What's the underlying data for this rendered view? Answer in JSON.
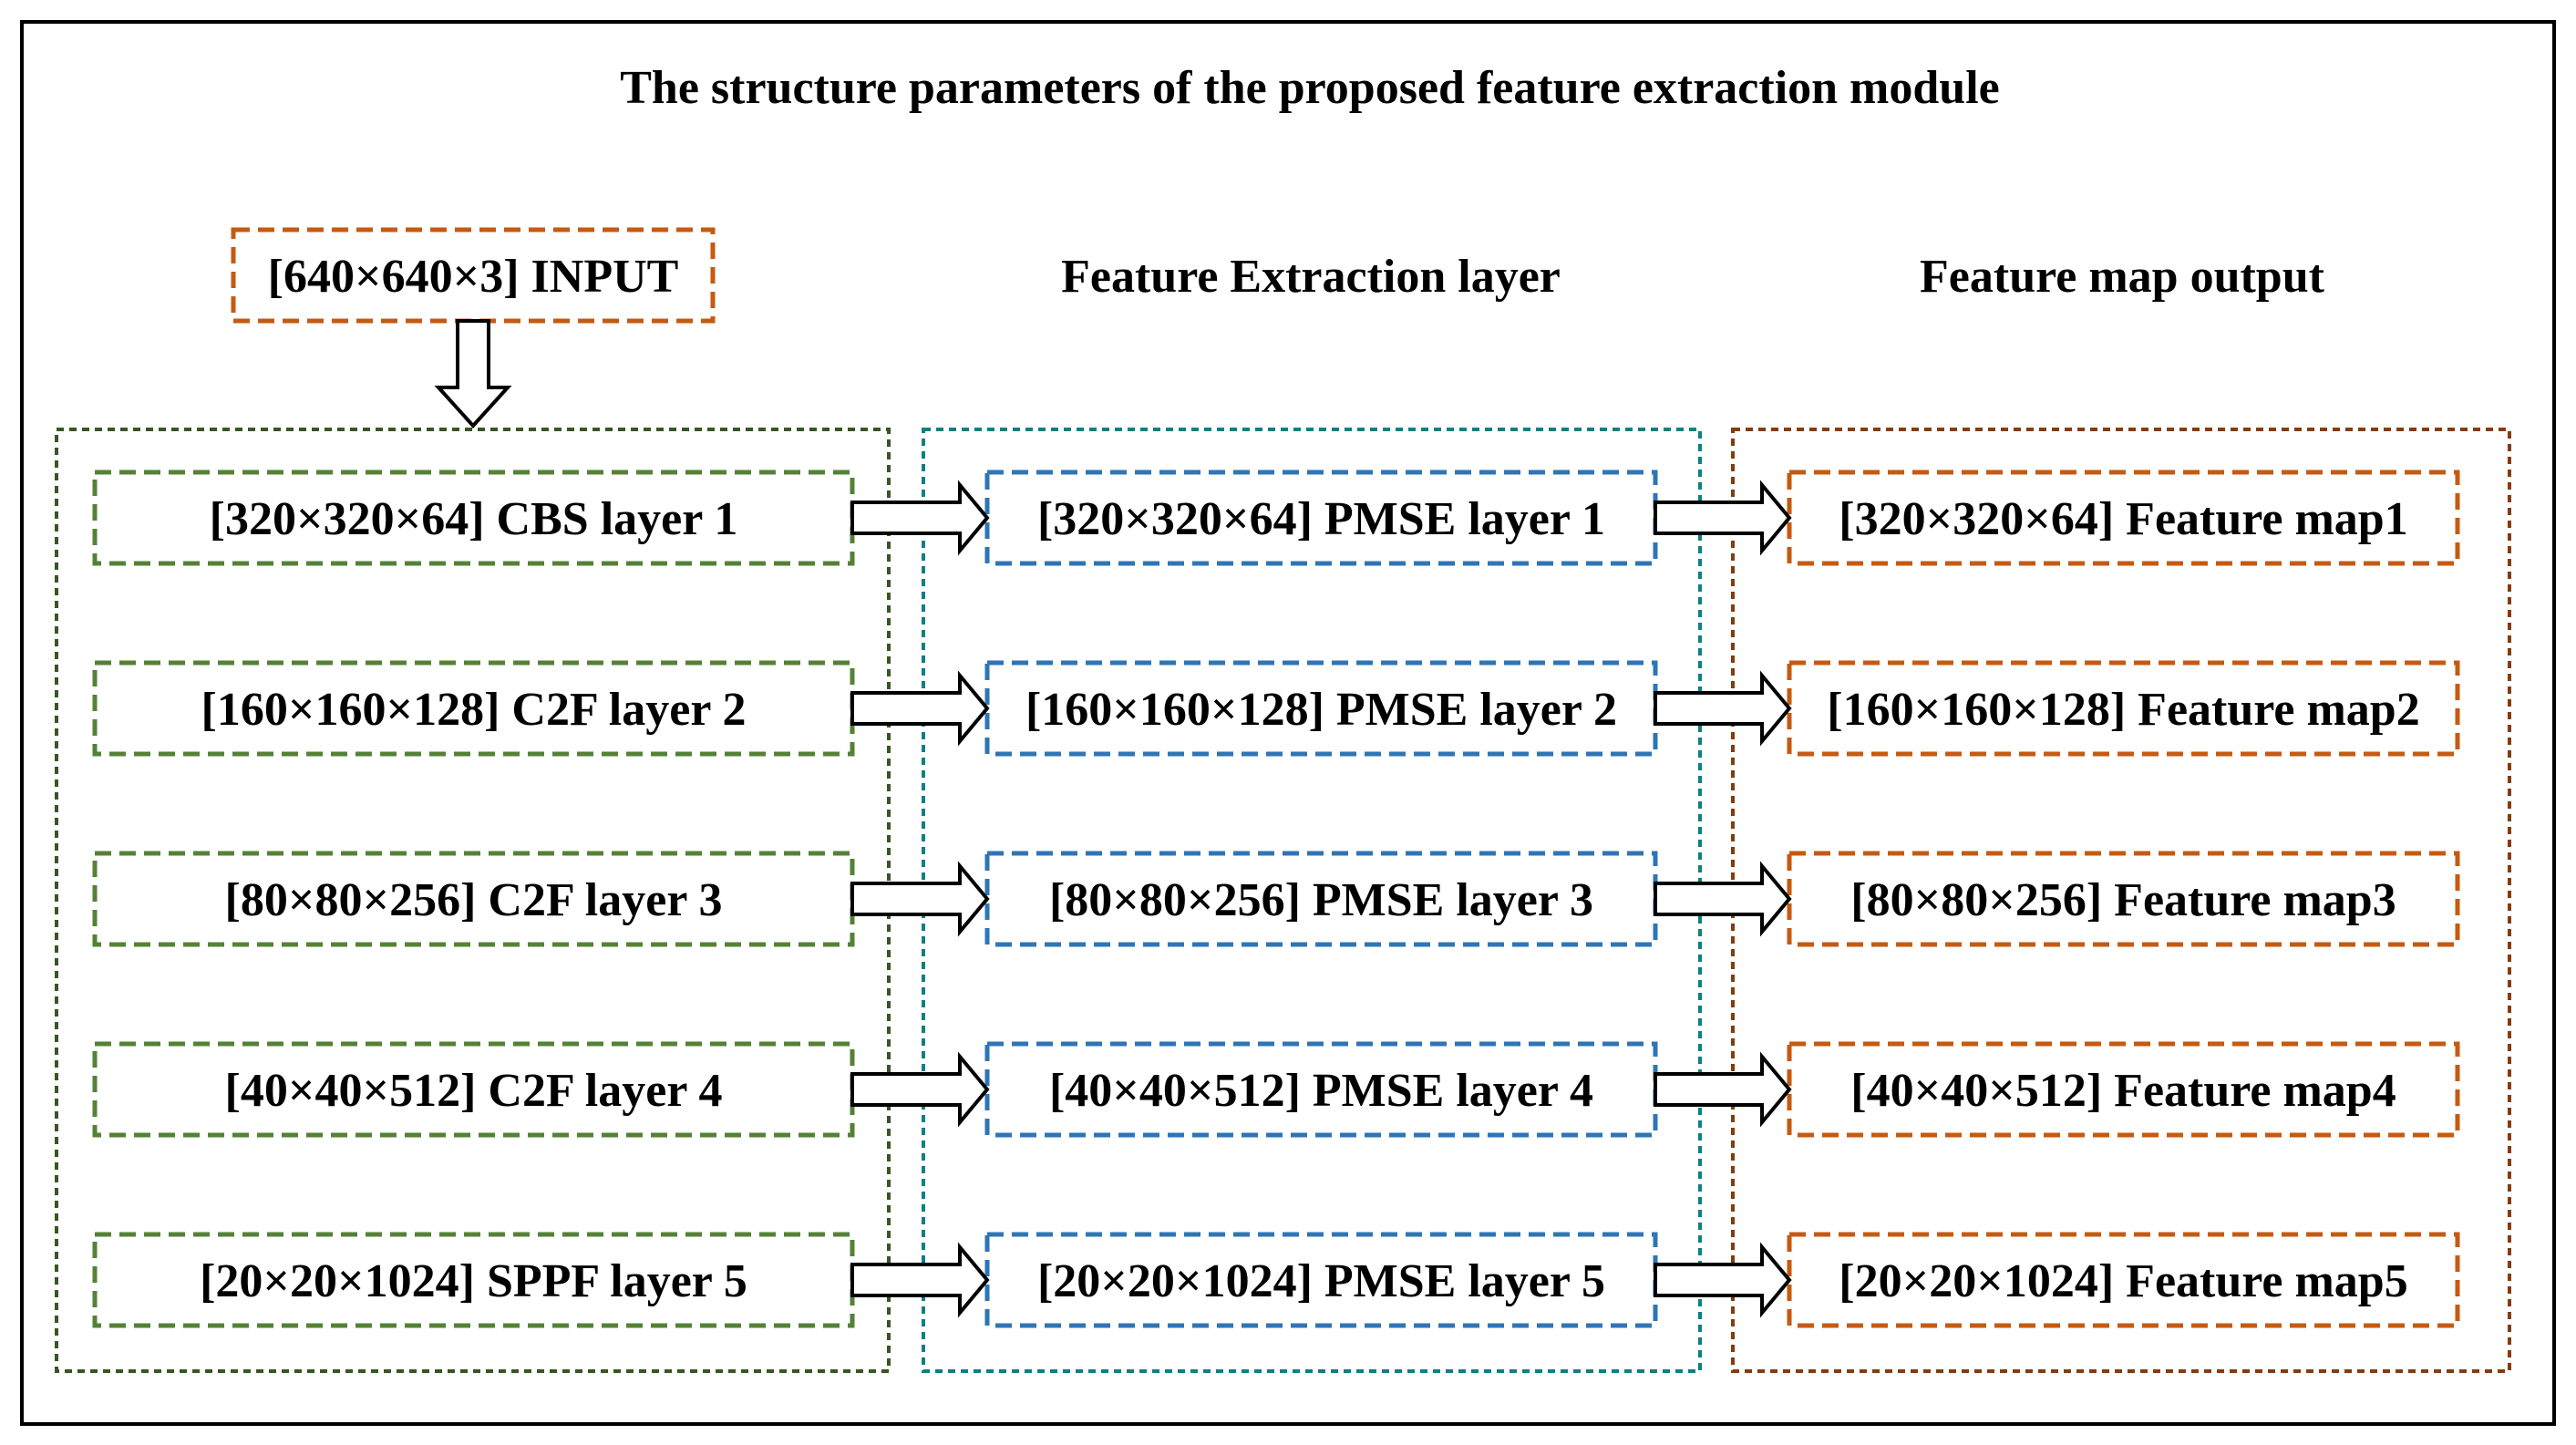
{
  "title": "The structure parameters of the proposed feature extraction module",
  "input_label": "[640×640×3] INPUT",
  "headers": {
    "extraction": "Feature Extraction layer",
    "output": "Feature map output"
  },
  "backbone_layers": [
    "[320×320×64] CBS layer 1",
    "[160×160×128] C2F layer 2",
    "[80×80×256] C2F layer 3",
    "[40×40×512] C2F layer 4",
    "[20×20×1024] SPPF layer 5"
  ],
  "pmse_layers": [
    "[320×320×64] PMSE layer 1",
    "[160×160×128] PMSE layer 2",
    "[80×80×256] PMSE layer 3",
    "[40×40×512] PMSE layer 4",
    "[20×20×1024] PMSE layer 5"
  ],
  "feature_maps": [
    "[320×320×64] Feature map1",
    "[160×160×128] Feature map2",
    "[80×80×256] Feature map3",
    "[40×40×512] Feature map4",
    "[20×20×1024] Feature map5"
  ],
  "colors": {
    "input_border": "#c55a11",
    "backbone_group": "#375623",
    "backbone_box": "#548235",
    "pmse_group": "#0e8080",
    "pmse_box": "#2e75b6",
    "output_group": "#843c0c",
    "output_box": "#c55a11",
    "frame": "#000000"
  }
}
